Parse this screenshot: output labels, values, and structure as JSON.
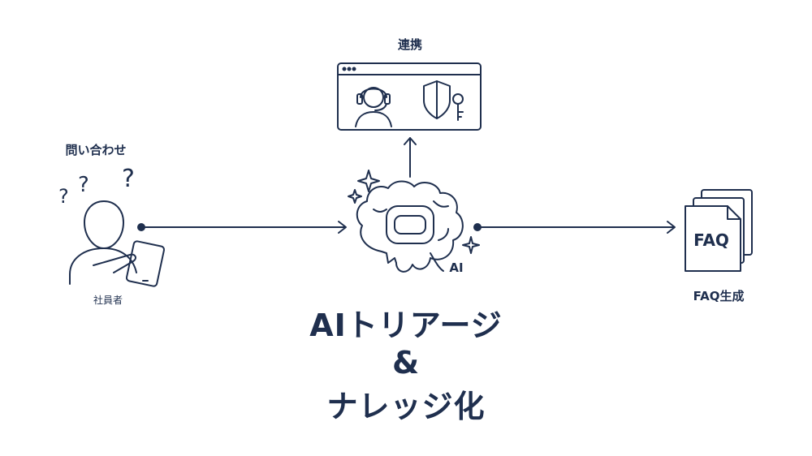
{
  "diagram": {
    "inquiry_label": "問い合わせ",
    "employee_label": "社員者",
    "link_label": "連携",
    "faq_generation_label": "FAQ生成",
    "ai_label": "AI",
    "faq_doc_label": "FAQ",
    "question_marks": [
      "?",
      "?",
      "?"
    ]
  },
  "title": {
    "line1": "AIトリアージ",
    "line2": "&",
    "line3": "ナレッジ化"
  },
  "colors": {
    "ink": "#1f2f4e",
    "background": "#ffffff"
  },
  "icons": [
    "person-with-tablet-icon",
    "headset-operator-icon",
    "shield-key-icon",
    "ai-brain-icon",
    "sparkle-icon",
    "faq-documents-icon"
  ]
}
